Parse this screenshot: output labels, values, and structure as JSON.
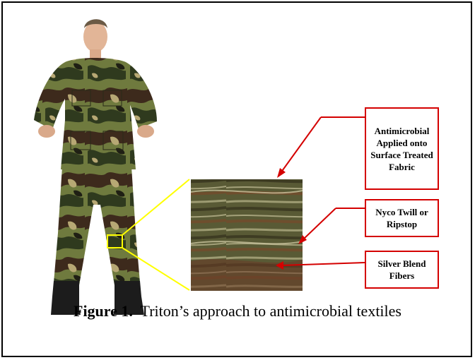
{
  "callouts": [
    {
      "text": "Antimicrobial Applied onto Surface Treated Fabric"
    },
    {
      "text": "Nyco Twill or Ripstop"
    },
    {
      "text": "Silver Blend Fibers"
    }
  ],
  "caption": {
    "label": "Figure 1.",
    "text": "Triton’s approach to antimicrobial textiles"
  },
  "colors": {
    "callout_border": "#d40000",
    "highlight": "#ffff00",
    "camo_green": "#4e5a2e",
    "camo_brown": "#5b3a24",
    "camo_tan": "#a99a6b"
  }
}
